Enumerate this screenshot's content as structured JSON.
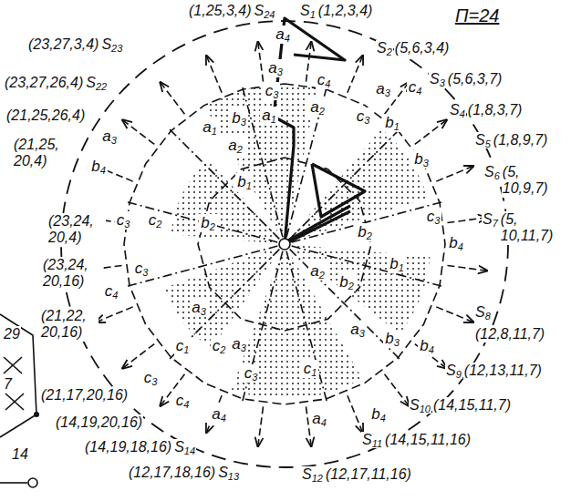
{
  "diagram": {
    "labels": [
      "П=24",
      "(1,25,3,4)",
      "S24",
      "S1",
      "(1,2,3,4)",
      "S2",
      "(5,6,3,4)",
      "S3",
      "(5,6,3,7)",
      "S4",
      "(1,8,3,7)",
      "S5",
      "(1,8,9,7)",
      "S6",
      "(5, 10,9,7)",
      "S7",
      "(5, 10,11,7)",
      "S8",
      "(12,8,11,7)",
      "S9",
      "(12,13,11,7)",
      "S10",
      "(14,15,11,7)",
      "S11",
      "(14,15,11,16)",
      "S12",
      "(12,17,11,16)",
      "(12,17,18,16)",
      "S13",
      "(14,19,18,16)",
      "S14",
      "(14,19,20,16)",
      "(21,17,20,16)",
      "(21,22, 20,16)",
      "(23,24, 20,16)",
      "(23,24, 20,4)",
      "(21,25, 20,4)",
      "(21,25,26,4)",
      "(23,27,26,4)",
      "S22",
      "(23,27,3,4)",
      "S23",
      "a4",
      "c4",
      "a3",
      "c3",
      "a3",
      "c4",
      "a2",
      "c3",
      "b1",
      "b3",
      "a1",
      "a3",
      "a1",
      "a2",
      "b4",
      "b1",
      "b3",
      "c3",
      "c2",
      "b2",
      "c3",
      "b4",
      "b2",
      "c3",
      "c4",
      "a2",
      "b2",
      "b1",
      "c1",
      "c2",
      "a3",
      "a3",
      "c3",
      "c4",
      "a3",
      "b3",
      "b4",
      "c3",
      "c1",
      "a4",
      "a4",
      "b4",
      "29",
      "7",
      "14"
    ]
  }
}
